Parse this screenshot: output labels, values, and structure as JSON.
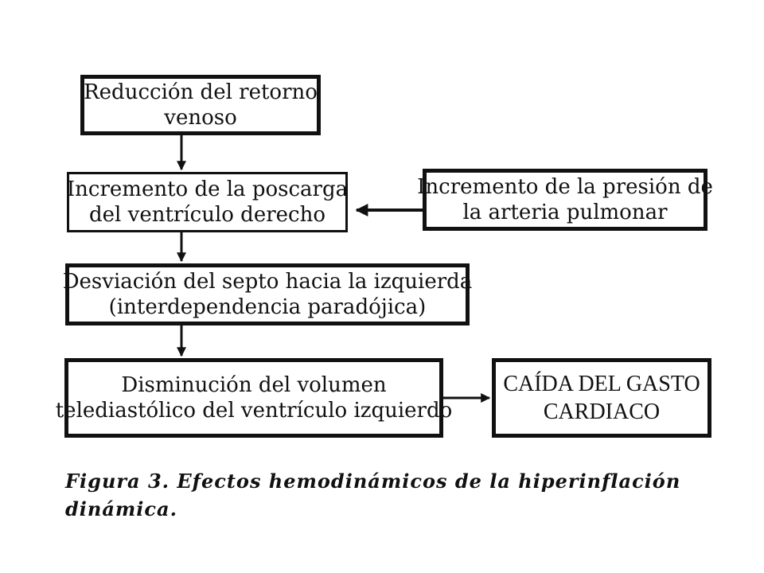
{
  "diagram": {
    "nodes": [
      {
        "id": "n1",
        "lines": [
          "Reducción del retorno",
          "venoso"
        ]
      },
      {
        "id": "n2",
        "lines": [
          "Incremento de la poscarga",
          "del ventrículo derecho"
        ]
      },
      {
        "id": "n3",
        "lines": [
          "Incremento de la presión de",
          "la arteria pulmonar"
        ]
      },
      {
        "id": "n4",
        "lines": [
          "Desviación del septo hacia la izquierda",
          "(interdependencia paradójica)"
        ]
      },
      {
        "id": "n5",
        "lines": [
          "Disminución del volumen",
          "telediastólico del ventrículo izquierdo"
        ]
      },
      {
        "id": "n6",
        "lines": [
          "CAÍDA DEL GASTO",
          "CARDIACO"
        ]
      }
    ],
    "edges": [
      {
        "from": "n1",
        "to": "n2"
      },
      {
        "from": "n3",
        "to": "n2"
      },
      {
        "from": "n2",
        "to": "n4"
      },
      {
        "from": "n4",
        "to": "n5"
      },
      {
        "from": "n5",
        "to": "n6"
      }
    ],
    "caption": "Figura 3. Efectos hemodinámicos de la hiperinflación dinámica."
  }
}
